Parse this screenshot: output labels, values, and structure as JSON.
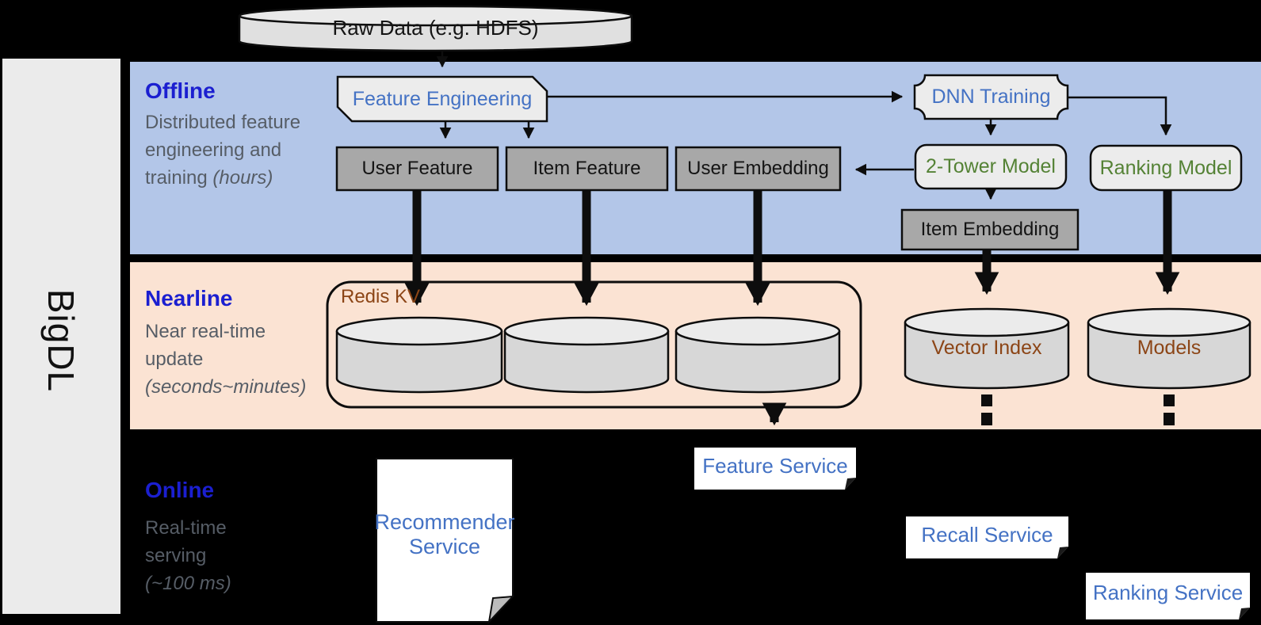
{
  "brand": "BigDL",
  "source": "Raw Data (e.g. HDFS)",
  "lanes": {
    "offline": {
      "title": "Offline",
      "desc": "Distributed feature engineering and training",
      "desc_note": "(hours)"
    },
    "nearline": {
      "title": "Nearline",
      "desc": "Near real-time update",
      "desc_note": "(seconds~minutes)"
    },
    "online": {
      "title": "Online",
      "desc": "Real-time serving",
      "desc_note": "(~100 ms)"
    }
  },
  "nodes": {
    "feature_engineering": "Feature Engineering",
    "dnn_training": "DNN Training",
    "user_feature": "User Feature",
    "item_feature": "Item Feature",
    "user_embedding": "User Embedding",
    "two_tower_model": "2-Tower Model",
    "ranking_model": "Ranking Model",
    "item_embedding": "Item Embedding",
    "redis_kv": "Redis KV",
    "vector_index": "Vector Index",
    "models": "Models",
    "recommender_service": "Recommender Service",
    "feature_service": "Feature Service",
    "recall_service": "Recall Service",
    "ranking_service": "Ranking Service"
  },
  "colors": {
    "background": "#000000",
    "sidebar": "#ebebeb",
    "offline_band": "#b3c6e8",
    "nearline_band": "#fbe3d3",
    "lane_title_blue": "#1b1fd0",
    "lane_desc_gray": "#565d66",
    "node_text_blue": "#4472c4",
    "node_text_green": "#548235",
    "storage_text_brown": "#8c4516",
    "gray_box_fill": "#a8a8a8",
    "light_box_fill": "#ececec",
    "cylinder_fill": "#d7d7d7"
  }
}
